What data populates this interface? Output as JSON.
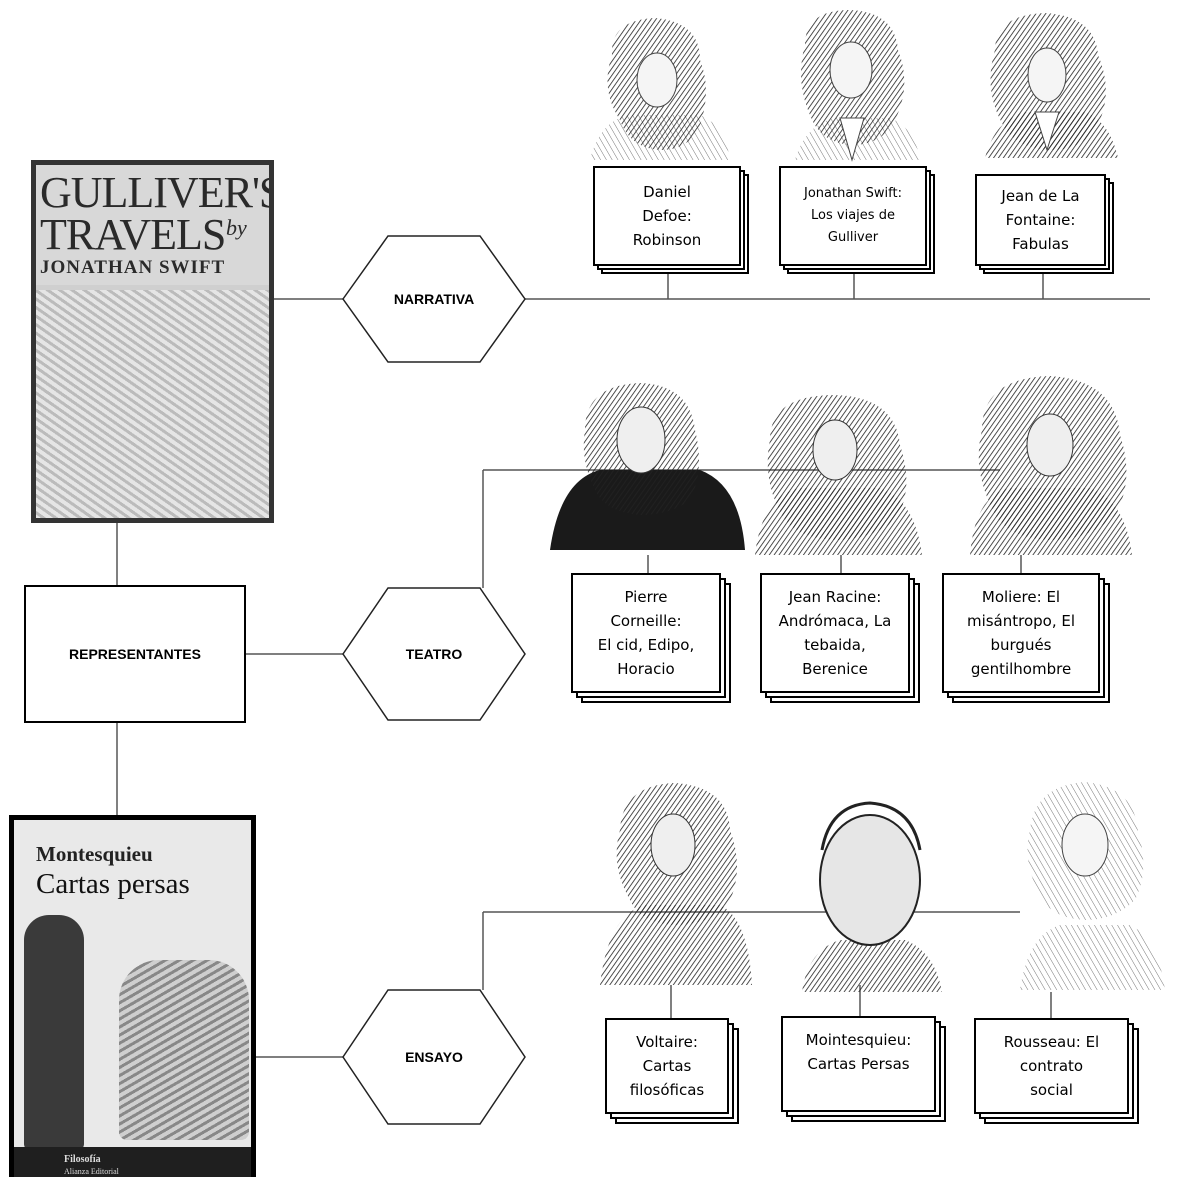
{
  "center": {
    "label": "REPRESENTANTES"
  },
  "genres": [
    {
      "id": "narrativa",
      "label": "NARRATIVA"
    },
    {
      "id": "teatro",
      "label": "TEATRO"
    },
    {
      "id": "ensayo",
      "label": "ENSAYO"
    }
  ],
  "covers": {
    "gulliver": {
      "line1": "GULLIVER'S",
      "line2": "TRAVELS",
      "by": "by",
      "author": "JONATHAN SWIFT"
    },
    "cartas": {
      "author": "Montesquieu",
      "title": "Cartas persas",
      "series": "Filosofía",
      "publisher": "Alianza Editorial"
    }
  },
  "authors": {
    "narrativa": [
      {
        "text": "Daniel\nDefoe:\nRobinson"
      },
      {
        "text": "Jonathan Swift:\nLos viajes de\nGulliver"
      },
      {
        "text": "Jean de La\nFontaine:\nFabulas"
      }
    ],
    "teatro": [
      {
        "text": "Pierre\nCorneille:\nEl cid, Edipo,\nHoracio"
      },
      {
        "text": "Jean Racine:\nAndrómaca, La\ntebaida,\nBerenice"
      },
      {
        "text": "Moliere: El\nmisántropo, El\nburgués\ngentilhombre"
      }
    ],
    "ensayo": [
      {
        "text": "Voltaire:\nCartas\nfilosóficas"
      },
      {
        "text": "Mointesquieu:\nCartas Persas"
      },
      {
        "text": "Rousseau: El\ncontrato\nsocial"
      }
    ]
  }
}
